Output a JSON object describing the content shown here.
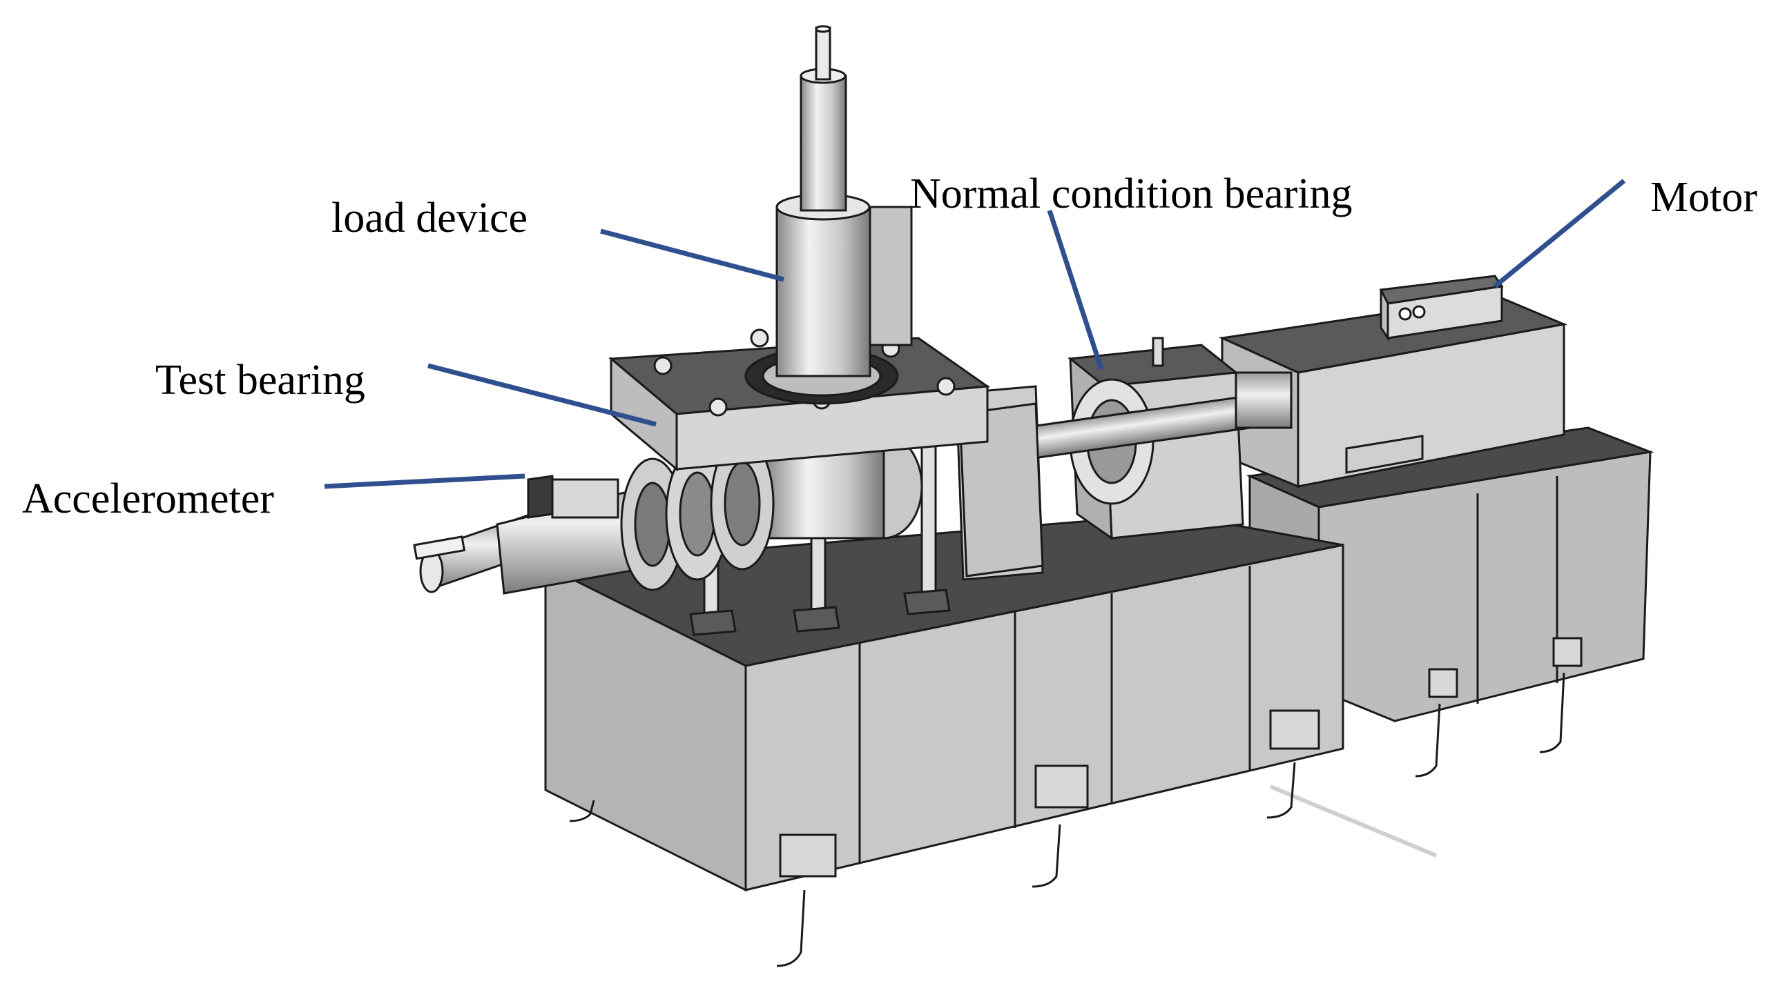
{
  "labels": {
    "load_device": "load device",
    "normal_bearing": "Normal condition bearing",
    "motor": "Motor",
    "test_bearing": "Test bearing",
    "accelerometer": "Accelerometer"
  },
  "colors": {
    "leader_line": "#2f4f8f",
    "body_light": "#d2d2d2",
    "body_mid": "#b8b8b8",
    "body_dark": "#8f8f8f",
    "top_dark": "#4a4a4a",
    "outline": "#1a1a1a"
  }
}
